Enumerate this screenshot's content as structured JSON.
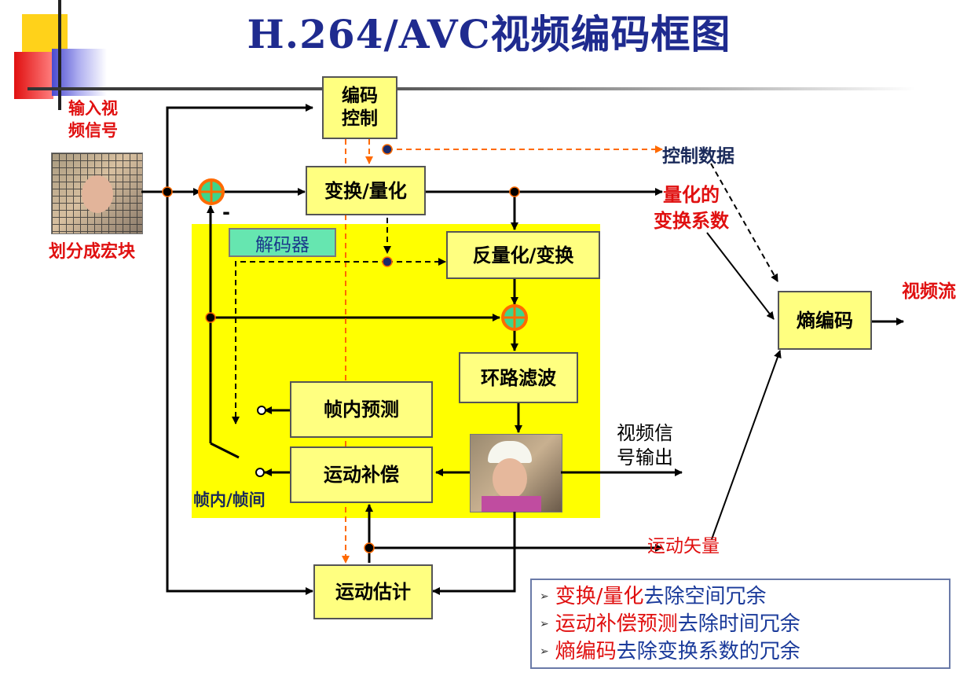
{
  "title": "H.264/AVC视频编码框图",
  "blocks": {
    "coding_control": "编码\n控制",
    "transform_quant": "变换/量化",
    "inverse_quant_transform": "反量化/变换",
    "loop_filter": "环路滤波",
    "intra_prediction": "帧内预测",
    "motion_compensation": "运动补偿",
    "motion_estimation": "运动估计",
    "entropy_coding": "熵编码",
    "decoder": "解码器"
  },
  "labels": {
    "input_video": "输入视\n频信号",
    "macroblock": "划分成宏块",
    "control_data": "控制数据",
    "quantized_coeffs": "量化的\n变换系数",
    "video_stream": "视频流",
    "video_output": "视频信\n号输出",
    "motion_vector": "运动矢量",
    "intra_inter": "帧内/帧间",
    "minus": "-"
  },
  "notes": [
    {
      "highlight": "变换/量化",
      "rest": "去除空间冗余"
    },
    {
      "highlight": "运动补偿预测",
      "rest": "去除时间冗余"
    },
    {
      "highlight": "熵编码",
      "rest": "去除变换系数的冗余"
    }
  ],
  "colors": {
    "title": "#1f2b8f",
    "decoder_area": "#ffff00",
    "block_fill": "#ffff80",
    "adder": "#ff6a00",
    "adder_center": "#3ed58a",
    "label_red": "#e01010",
    "control_line": "#ff6a00"
  }
}
